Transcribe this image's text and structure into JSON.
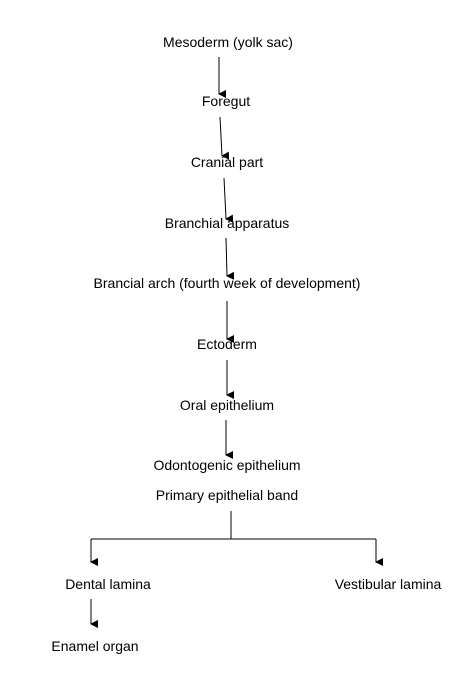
{
  "nodes": {
    "mesoderm": "Mesoderm (yolk sac)",
    "foregut": "Foregut",
    "cranial_part": "Cranial part",
    "branchial_apparatus": "Branchial apparatus",
    "brancial_arch": "Brancial arch (fourth week of development)",
    "ectoderm": "Ectoderm",
    "oral_epithelium": "Oral epithelium",
    "odontogenic_epithelium": "Odontogenic epithelium",
    "primary_epithelial_band": "Primary epithelial band",
    "dental_lamina": "Dental lamina",
    "vestibular_lamina": "Vestibular lamina",
    "enamel_organ": "Enamel organ"
  },
  "colors": {
    "line": "#000000",
    "text": "#000000",
    "background": "#ffffff"
  }
}
